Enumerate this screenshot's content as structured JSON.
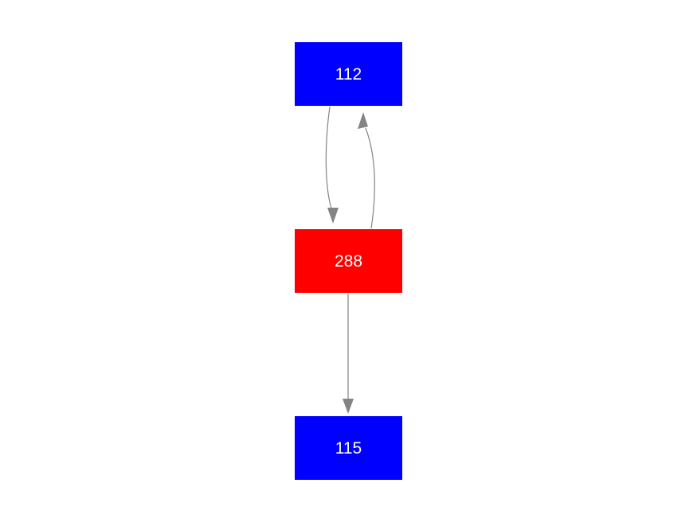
{
  "canvas": {
    "background": "#ffffff"
  },
  "nodes": [
    {
      "id": "112",
      "label": "112",
      "color": "#0000ff",
      "text_color": "#ffffff",
      "shape": "box"
    },
    {
      "id": "288",
      "label": "288",
      "color": "#ff0000",
      "text_color": "#ffffff",
      "shape": "box"
    },
    {
      "id": "115",
      "label": "115",
      "color": "#0000ff",
      "text_color": "#ffffff",
      "shape": "box"
    }
  ],
  "edges": [
    {
      "from": "112",
      "to": "288",
      "color": "#848484",
      "style": "curved",
      "arrow": "to"
    },
    {
      "from": "288",
      "to": "112",
      "color": "#848484",
      "style": "curved",
      "arrow": "to"
    },
    {
      "from": "288",
      "to": "115",
      "color": "#848484",
      "style": "straight",
      "arrow": "to"
    }
  ]
}
